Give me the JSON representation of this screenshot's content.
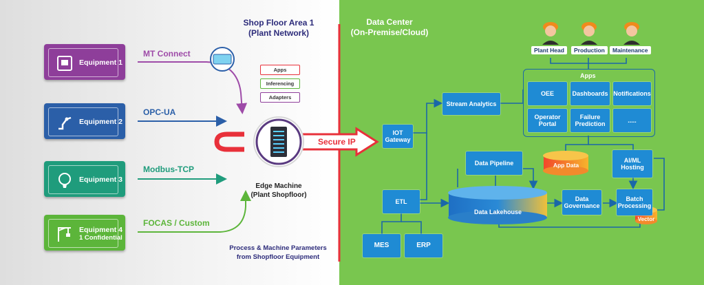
{
  "shopfloor": {
    "title_line1": "Shop Floor Area 1",
    "title_line2": "(Plant Network)",
    "equipment": [
      {
        "label": "Equipment 1",
        "sublabel": "",
        "protocol": "MT Connect",
        "color": "#8e3e9a",
        "protocol_color": "#9e4ba8"
      },
      {
        "label": "Equipment 2",
        "sublabel": "",
        "protocol": "OPC-UA",
        "color": "#2b5fa8",
        "protocol_color": "#2b5fa8"
      },
      {
        "label": "Equipment 3",
        "sublabel": "",
        "protocol": "Modbus-TCP",
        "color": "#1f9c7c",
        "protocol_color": "#1f9c7c"
      },
      {
        "label": "Equipment 4",
        "sublabel": "1 Confidential",
        "protocol": "FOCAS / Custom",
        "color": "#5cb53a",
        "protocol_color": "#5cb53a"
      }
    ],
    "edge_pills": [
      "Apps",
      "Inferencing",
      "Adapters"
    ],
    "edge_label_line1": "Edge Machine",
    "edge_label_line2": "(Plant Shopfloor)",
    "secure_ip": "Secure IP",
    "footer_line1": "Process & Machine Parameters",
    "footer_line2": "from Shopfloor Equipment"
  },
  "datacenter": {
    "title_line1": "Data Center",
    "title_line2": "(On-Premise/Cloud)",
    "users": [
      "Plant Head",
      "Production",
      "Maintenance"
    ],
    "apps_title": "Apps",
    "apps": [
      "OEE",
      "Dashboards",
      "Notifications",
      "Operator Portal",
      "Failure Prediction",
      "....."
    ],
    "stream_analytics": "Stream Analytics",
    "iot_gateway": "IOT Gateway",
    "data_pipeline": "Data Pipeline",
    "app_data": "App Data",
    "aiml_hosting": "AI/ML Hosting",
    "etl": "ETL",
    "data_lakehouse": "Data Lakehouse",
    "data_governance": "Data Governance",
    "batch_processing": "Batch Processing",
    "vector": "Vector",
    "mes": "MES",
    "erp": "ERP"
  },
  "colors": {
    "right_bg": "#79c64f",
    "box_blue": "#1f8bd4",
    "line_blue": "#1a67a8",
    "red_divider": "#e8303a",
    "title_navy": "#2c2b7a"
  }
}
